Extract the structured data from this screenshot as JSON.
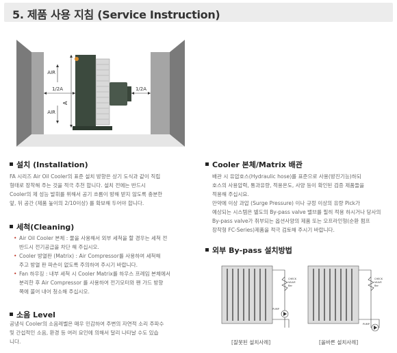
{
  "title": "5. 제품 사용 지침 (Service Instruction)",
  "figure": {
    "air_top": "AIR",
    "air_bottom": "AIR",
    "half_left": "1/2A",
    "half_right": "1/2A",
    "dim_a": "A"
  },
  "installation": {
    "heading": "설치 (Installation)",
    "lines": [
      "FA 시리즈 Air Oil Cooler의 표준 설치 방향은 상기 도식과 같이 직립",
      "형태로 장착해 주는 것을 적극 추천 합니다. 설치 전에는 반드시",
      "Cooler의 제 성능 발휘를 위해서 공기 흐름이 방해  받지 않도록 충분한",
      "앞, 뒤 공간 (제품 높이의 2/10이상) 를 확보해 두어야 합니다."
    ]
  },
  "cleaning": {
    "heading": "세척(Cleaning)",
    "items": [
      [
        "Air Oil Cooler 본체 : 물을 사용해서 외부 세척을 할 경우는 세척 전",
        "반드시 전기공급을 차단 해 주십시오."
      ],
      [
        "Cooler 방열판 (Matrix) : Air Compressor를 사용하여 세척해",
        "주고 방열 판 파손이 없도록 주의하여 주시기  바랍니다."
      ],
      [
        "Fan 하우징 : 내부 세척 시 Cooler Matrix를 하우스 프레임 본체에서",
        "분리한 후 Air Compressor 를 사용하여 전기모터와 팬 가드 방향",
        "쪽에 불어 내어 청소해 주십시오."
      ]
    ]
  },
  "noise": {
    "heading": "소음 Level",
    "lines": [
      "공냉식 Cooler의 소음레벨은 매우 민감하여 주변의 자연적 소리 주파수",
      "및 간섭적인 소음, 환경 등 여러 요인에 의해서 달리 나타날 수도 있습",
      "니다."
    ]
  },
  "matrix": {
    "heading": "Cooler 본체/Matrix 배관",
    "lines": [
      "배관 시 유압호스(Hydraulic hose)를 표준으로 사용(방진기능)하되",
      "호스의 사용압력, 통과유량, 적용온도, 사양 등이 확인된 검증 제품들을",
      "적용해 주십시요.",
      "만약에 이상 과압 (Surge Pressure) 이나 규정 이상의 유량 Pick가",
      "예상되는 시스템은 별도의 By-pass valve 밸브를 필히 적용 하시거나 당사의",
      "By-pass valve가 취부되는 옵션사양의 제품 또는 오프라인형(순환 펌프",
      "장착형 FC-Series)제품을 적극 검토해 주시기 바랍니다."
    ]
  },
  "bypass": {
    "heading": "외부 By-pass 설치방법",
    "check_valve": [
      "CHECK",
      "VALVE",
      "Bar"
    ],
    "pump": "PUMP",
    "caption_wrong": "[잘못된 설치사례]",
    "caption_right": "[올바른 설치사례]"
  },
  "colors": {
    "title_bg": "#ececec",
    "wall": "#7a7a7a",
    "wall_inner": "#a5a5a5",
    "cooler": "#3c4a3e",
    "accent": "#c0392b"
  }
}
